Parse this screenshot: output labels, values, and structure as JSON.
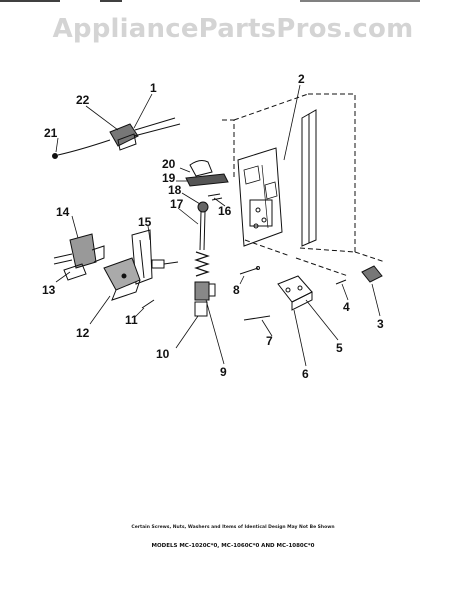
{
  "watermark": "AppliancePartsPros.com",
  "callouts": [
    "1",
    "2",
    "3",
    "4",
    "5",
    "6",
    "7",
    "8",
    "9",
    "10",
    "11",
    "12",
    "13",
    "14",
    "15",
    "16",
    "17",
    "18",
    "19",
    "20",
    "21",
    "22"
  ],
  "footnote": "Certain Screws, Nuts, Washers and Items of Identical Design May Not Be Shown",
  "models": "MODELS MC-1020C*0, MC-1060C*0 AND MC-1080C*0"
}
